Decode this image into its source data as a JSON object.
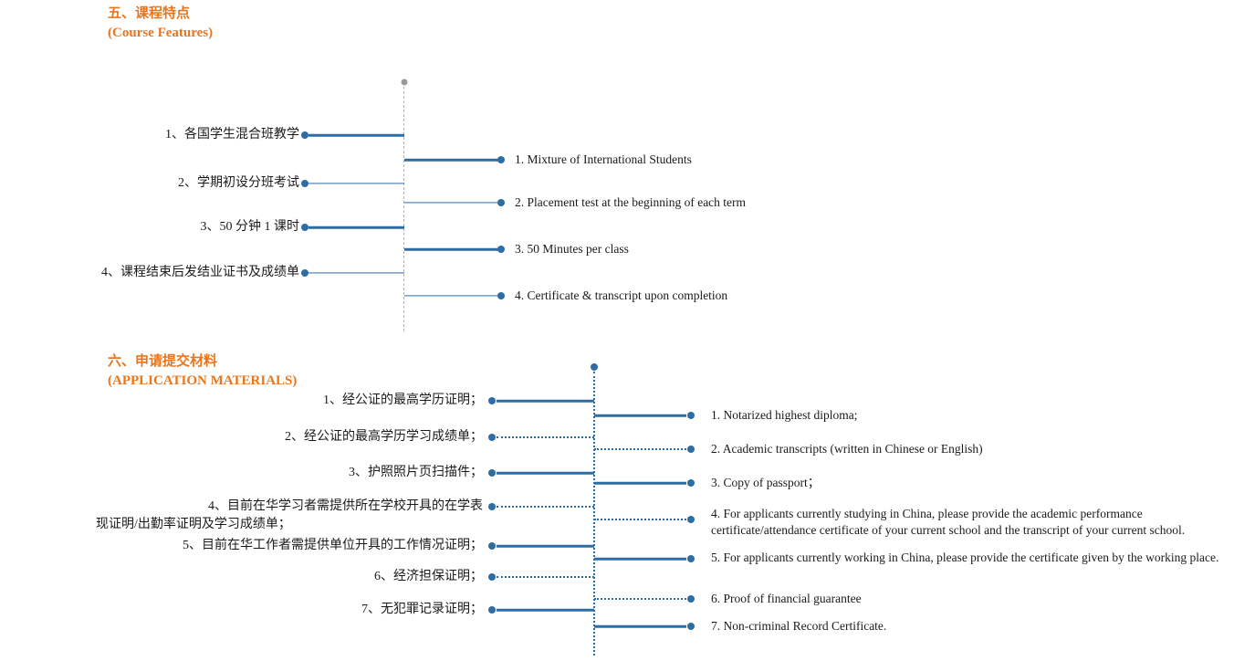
{
  "colors": {
    "accent_orange": "#e8761e",
    "line_blue": "#2e6da4",
    "dot_gray": "#9a9a9a",
    "axis_gray": "#b3b3b3",
    "text": "#1a1a1a"
  },
  "sections": [
    {
      "title_zh": "五、课程特点",
      "title_en": "(Course Features)",
      "left_items": [
        {
          "text": "1、各国学生混合班教学"
        },
        {
          "text": "2、学期初设分班考试"
        },
        {
          "text": "3、50 分钟 1 课时"
        },
        {
          "text": "4、课程结束后发结业证书及成绩单"
        }
      ],
      "right_items": [
        {
          "text": "1. Mixture of International Students"
        },
        {
          "text": "2. Placement test at the beginning of each term"
        },
        {
          "text": "3. 50 Minutes per class"
        },
        {
          "text": "4. Certificate & transcript upon completion"
        }
      ]
    },
    {
      "title_zh": "六、申请提交材料",
      "title_en": "(APPLICATION MATERIALS)",
      "left_items": [
        {
          "text": "1、经公证的最高学历证明；"
        },
        {
          "text": "2、经公证的最高学历学习成绩单；"
        },
        {
          "text": "3、护照照片页扫描件；"
        },
        {
          "line1": "4、目前在华学习者需提供所在学校开具的在学表",
          "line2": "现证明/出勤率证明及学习成绩单；"
        },
        {
          "text": "5、目前在华工作者需提供单位开具的工作情况证明；"
        },
        {
          "text": "6、经济担保证明；"
        },
        {
          "text": "7、无犯罪记录证明；"
        }
      ],
      "right_items": [
        {
          "text": "1. Notarized highest diploma;"
        },
        {
          "text": "2. Academic transcripts (written in Chinese or English)"
        },
        {
          "text": "3. Copy of passport；"
        },
        {
          "text": "4. For applicants currently studying in China, please provide the academic performance certificate/attendance certificate of your current school and the transcript of your current school."
        },
        {
          "text": "5. For applicants currently working in China, please provide the certificate given by the working place."
        },
        {
          "text": "6. Proof of financial guarantee"
        },
        {
          "text": "7. Non-criminal Record Certificate."
        }
      ]
    }
  ]
}
